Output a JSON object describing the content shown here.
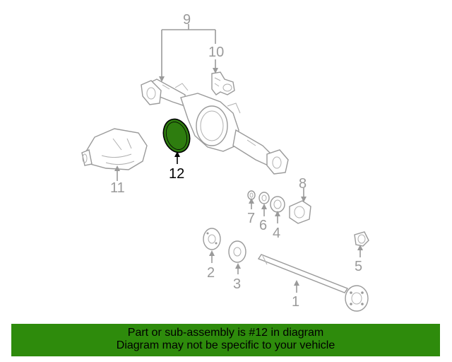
{
  "callouts": {
    "c1": "1",
    "c2": "2",
    "c3": "3",
    "c4": "4",
    "c5": "5",
    "c6": "6",
    "c7": "7",
    "c8": "8",
    "c9": "9",
    "c10": "10",
    "c11": "11",
    "c12": "12"
  },
  "highlight": {
    "part": "12",
    "color": "#2e7d0f"
  },
  "footer": {
    "line1": "Part or sub-assembly is #12 in diagram",
    "line2": "Diagram may not be specific to your vehicle",
    "background": "#2e8b0c"
  }
}
